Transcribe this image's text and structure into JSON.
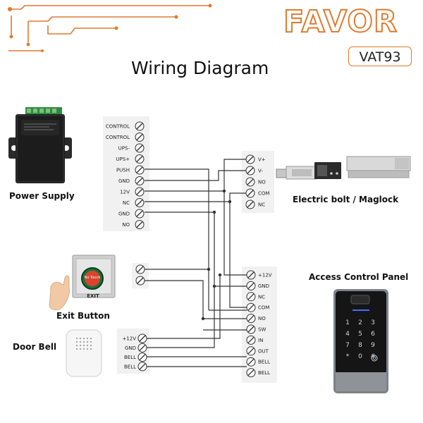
{
  "brand": {
    "logo": "FAVOR",
    "model": "VAT93"
  },
  "title": "Wiring Diagram",
  "devices": {
    "power_supply": "Power Supply",
    "electric_bolt": "Electric bolt / Maglock",
    "exit_button": "Exit Button",
    "exit_button_face": "No Touch",
    "exit_label": "EXIT",
    "door_bell": "Door Bell",
    "access_panel": "Access Control Panel"
  },
  "terminals": {
    "power_supply": [
      "CONTROL",
      "CONTROL",
      "UPS-",
      "UPS+",
      "PUSH",
      "GND",
      "12V",
      "NC",
      "GND",
      "NO"
    ],
    "lock": [
      "V+",
      "V-",
      "NO",
      "COM",
      "NC"
    ],
    "exit": [
      "",
      ""
    ],
    "bell": [
      "+12V",
      "GND",
      "BELL",
      "BELL"
    ],
    "controller": [
      "+12V",
      "GND",
      "NC",
      "COM",
      "NO",
      "SW",
      "IN",
      "OUT",
      "BELL",
      "BELL"
    ]
  },
  "keypad": [
    "1",
    "2",
    "3",
    "4",
    "5",
    "6",
    "7",
    "8",
    "9",
    "*",
    "0",
    "#"
  ],
  "colors": {
    "accent": "#e07a2e",
    "wire": "#333333",
    "panel": "#f1f1f1",
    "device_dark": "#1c1c1c"
  },
  "icons": [
    "screw-terminal-icon",
    "hand-icon",
    "fingerprint-icon"
  ]
}
